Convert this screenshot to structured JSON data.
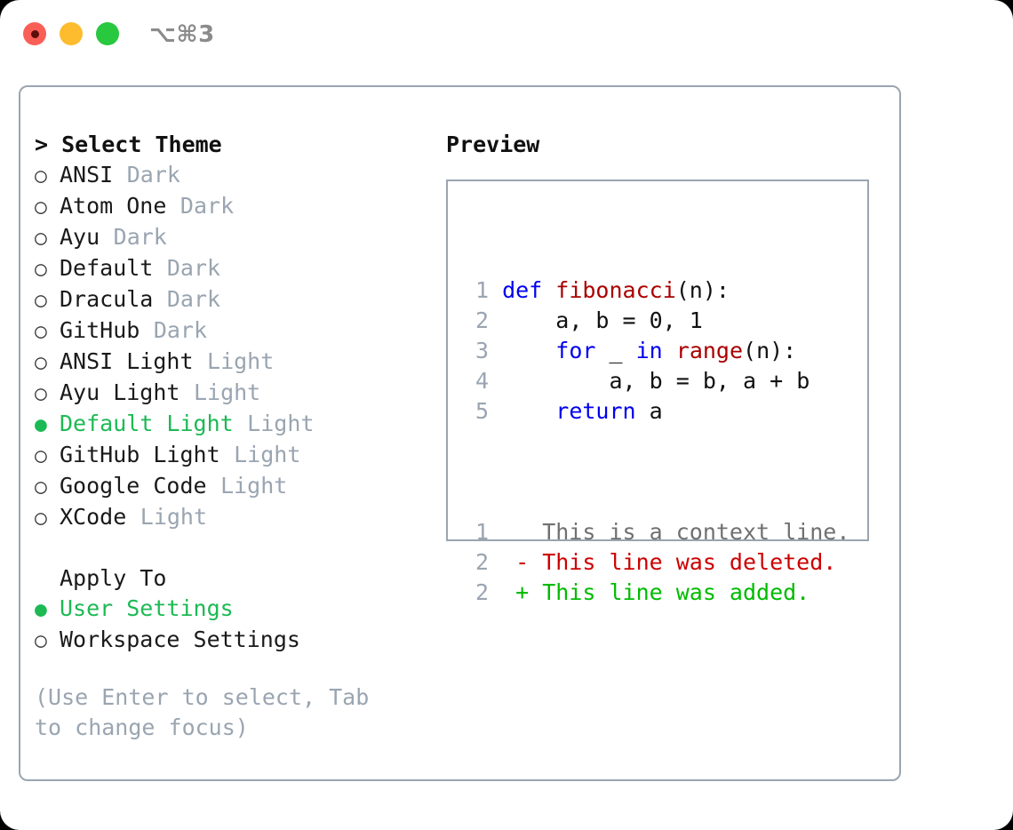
{
  "window": {
    "title": "⌥⌘3",
    "traffic_lights": [
      {
        "name": "close",
        "color": "#fa5f57"
      },
      {
        "name": "minimize",
        "color": "#fdbc2e"
      },
      {
        "name": "maximize",
        "color": "#28c83f"
      }
    ]
  },
  "theme_picker": {
    "heading": "> Select Theme",
    "bullet_selected": "●",
    "bullet_unselected": "○",
    "selected_color": "#1db954",
    "tag_color": "#9aa5b1",
    "items": [
      {
        "label": "ANSI",
        "tag": "Dark",
        "selected": false
      },
      {
        "label": "Atom One",
        "tag": "Dark",
        "selected": false
      },
      {
        "label": "Ayu",
        "tag": "Dark",
        "selected": false
      },
      {
        "label": "Default",
        "tag": "Dark",
        "selected": false
      },
      {
        "label": "Dracula",
        "tag": "Dark",
        "selected": false
      },
      {
        "label": "GitHub",
        "tag": "Dark",
        "selected": false
      },
      {
        "label": "ANSI Light",
        "tag": "Light",
        "selected": false
      },
      {
        "label": "Ayu Light",
        "tag": "Light",
        "selected": false
      },
      {
        "label": "Default Light",
        "tag": "Light",
        "selected": true
      },
      {
        "label": "GitHub Light",
        "tag": "Light",
        "selected": false
      },
      {
        "label": "Google Code",
        "tag": "Light",
        "selected": false
      },
      {
        "label": "XCode",
        "tag": "Light",
        "selected": false
      }
    ]
  },
  "apply_to": {
    "label": "Apply To",
    "items": [
      {
        "label": "User Settings",
        "selected": true
      },
      {
        "label": "Workspace Settings",
        "selected": false
      }
    ]
  },
  "hint": "(Use Enter to select, Tab to change focus)",
  "preview": {
    "title": "Preview",
    "code_lines": [
      {
        "num": "1",
        "tokens": [
          {
            "t": "def ",
            "k": "kw"
          },
          {
            "t": "fibonacci",
            "k": "fn"
          },
          {
            "t": "(n):",
            "k": "txt"
          }
        ]
      },
      {
        "num": "2",
        "tokens": [
          {
            "t": "    a, b = 0, 1",
            "k": "txt"
          }
        ]
      },
      {
        "num": "3",
        "tokens": [
          {
            "t": "    ",
            "k": "txt"
          },
          {
            "t": "for",
            "k": "kw"
          },
          {
            "t": " _ ",
            "k": "txt"
          },
          {
            "t": "in",
            "k": "kw"
          },
          {
            "t": " ",
            "k": "txt"
          },
          {
            "t": "range",
            "k": "fn"
          },
          {
            "t": "(n):",
            "k": "txt"
          }
        ]
      },
      {
        "num": "4",
        "tokens": [
          {
            "t": "        a, b = b, a + b",
            "k": "txt"
          }
        ]
      },
      {
        "num": "5",
        "tokens": [
          {
            "t": "    ",
            "k": "txt"
          },
          {
            "t": "return",
            "k": "kw"
          },
          {
            "t": " a",
            "k": "txt"
          }
        ]
      }
    ],
    "diff_lines": [
      {
        "num": "1",
        "marker": " ",
        "text": "This is a context line.",
        "kind": "ctx"
      },
      {
        "num": "2",
        "marker": "-",
        "text": "This line was deleted.",
        "kind": "del"
      },
      {
        "num": "2",
        "marker": "+",
        "text": "This line was added.",
        "kind": "add"
      }
    ],
    "colors": {
      "keyword": "#0000ee",
      "function": "#aa0000",
      "text": "#111111",
      "line_number": "#9aa5b1",
      "diff_context": "#707070",
      "diff_deleted": "#cc0000",
      "diff_added": "#00bb00"
    }
  }
}
